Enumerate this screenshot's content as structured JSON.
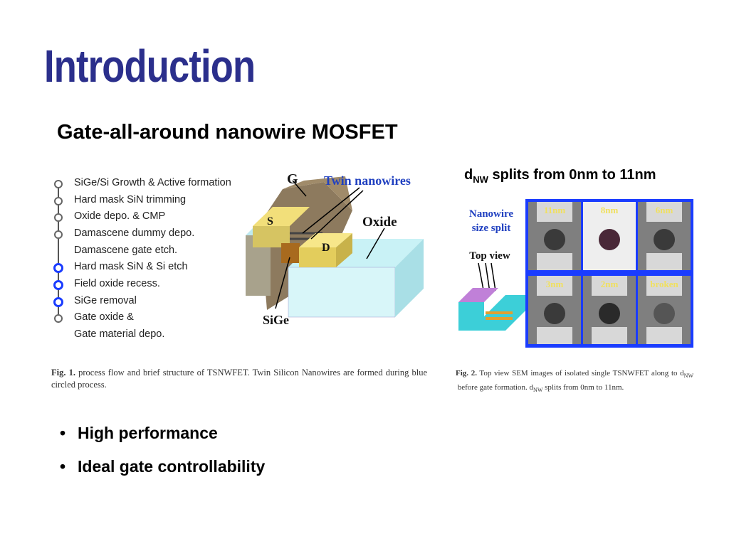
{
  "slide": {
    "title": "Introduction",
    "subtitle": "Gate-all-around nanowire MOSFET"
  },
  "process_flow": {
    "items": [
      {
        "label": "SiGe/Si Growth & Active formation",
        "marker": "circle"
      },
      {
        "label": "Hard mask SiN trimming",
        "marker": "circle"
      },
      {
        "label": "Oxide depo. & CMP",
        "marker": "circle"
      },
      {
        "label": "Damascene dummy depo.",
        "marker": "circle"
      },
      {
        "label": "Damascene gate etch.",
        "marker": "none"
      },
      {
        "label": "Hard mask SiN & Si etch",
        "marker": "blue-circle"
      },
      {
        "label": "Field oxide recess.",
        "marker": "blue-circle"
      },
      {
        "label": "SiGe removal",
        "marker": "blue-circle"
      },
      {
        "label": "Gate oxide &",
        "marker": "circle"
      },
      {
        "label": "Gate material depo.",
        "marker": "none"
      }
    ]
  },
  "structure_labels": {
    "gate": "G",
    "twin": "Twin nanowires",
    "oxide": "Oxide",
    "source": "S",
    "drain": "D",
    "sige": "SiGe"
  },
  "fig1": {
    "label": "Fig. 1.",
    "text": "process flow and brief structure of TSNWFET. Twin Silicon Nanowires are formed during blue circled process."
  },
  "dnw_header": {
    "d": "d",
    "sub": "NW",
    "rest": " splits from 0nm to 11nm"
  },
  "sem": {
    "left_title_1": "Nanowire",
    "left_title_2": "size split",
    "top_view": "Top view",
    "cells": [
      "11nm",
      "8nm",
      "6nm",
      "3nm",
      "2nm",
      "broken"
    ]
  },
  "fig2": {
    "label": "Fig. 2.",
    "text": "Top view SEM images of isolated single TSNWFET along to d",
    "sub1": "NW",
    "text2": " before gate formation. d",
    "sub2": "NW",
    "text3": " splits from 0nm to 11nm."
  },
  "bullets": [
    "High performance",
    "Ideal gate controllability"
  ],
  "colors": {
    "title": "#2b2f8c",
    "accent_blue": "#1a3cff",
    "twin_label": "#2040c0"
  }
}
